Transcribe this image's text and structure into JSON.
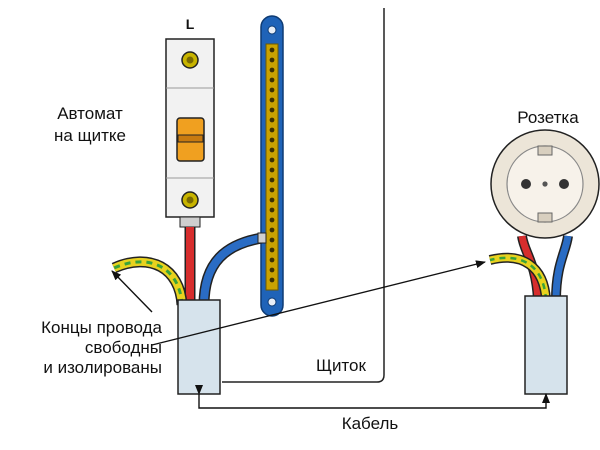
{
  "labels": {
    "breaker_line1": "Автомат",
    "breaker_line2": "на щитке",
    "breaker_phase": "L",
    "socket": "Розетка",
    "ends_line1": "Концы провода",
    "ends_line2": "свободны",
    "ends_line3": "и изолированы",
    "panel": "Щиток",
    "cable": "Кабель"
  },
  "colors": {
    "outline": "#222222",
    "breaker_body": "#f2f2f2",
    "terminal": "#c8b400",
    "switch_lever": "#f0a020",
    "wire_phase": "#d62d2d",
    "wire_neutral": "#2a6cc4",
    "wire_ground_yellow": "#e8d21e",
    "wire_ground_green": "#3aa33a",
    "cable_sheath": "#d6e3ec",
    "bus_blue": "#1f63b8",
    "bus_gold": "#c9a200",
    "socket_body": "#ece5d8"
  }
}
